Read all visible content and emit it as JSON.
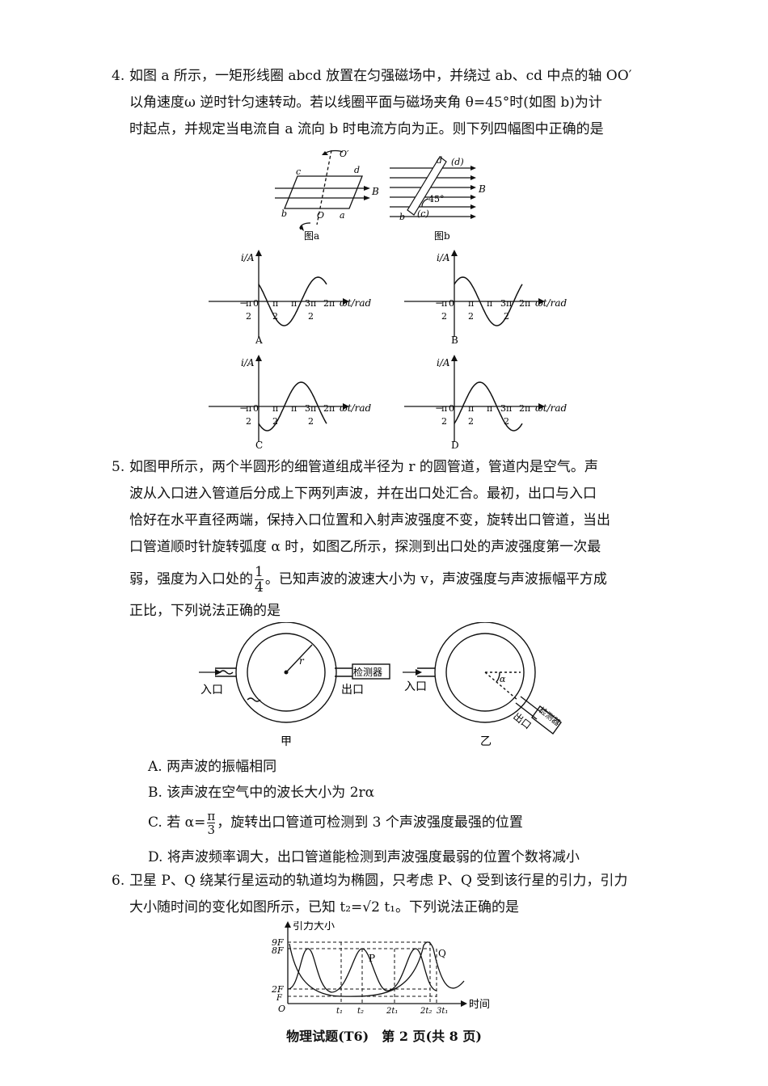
{
  "q4": {
    "number": "4.",
    "line1": "如图 a 所示，一矩形线圈 abcd 放置在匀强磁场中，并绕过 ab、cd 中点的轴 OO′",
    "line2": "以角速度ω 逆时针匀速转动。若以线圈平面与磁场夹角 θ=45°时(如图 b)为计",
    "line3": "时起点，并规定当电流自 a 流向 b 时电流方向为正。则下列四幅图中正确的是",
    "fig_a_caption": "图a",
    "fig_b_caption": "图b",
    "fig_a_labels": {
      "c": "c",
      "d": "d",
      "b": "b",
      "a": "a",
      "o": "O",
      "o_prime": "O′",
      "B": "B"
    },
    "fig_b_labels": {
      "d": "d",
      "d_paren": "(d)",
      "b": "b",
      "c_paren": "(c)",
      "angle": "45°",
      "B": "B"
    },
    "graph_ylabel": "i/A",
    "graph_xlabel": "ωt/rad",
    "graph_ticks": {
      "neg_half_pi_num": "π",
      "half_pi_num": "π",
      "pi": "π",
      "two_pi": "2π",
      "three_pi_num": "3π",
      "den": "2",
      "minus": "−",
      "zero": "0"
    },
    "options": [
      "A",
      "B",
      "C",
      "D"
    ]
  },
  "q5": {
    "number": "5.",
    "line1": "如图甲所示，两个半圆形的细管道组成半径为 r 的圆管道，管道内是空气。声",
    "line2": "波从入口进入管道后分成上下两列声波，并在出口处汇合。最初，出口与入口",
    "line3": "恰好在水平直径两端，保持入口位置和入射声波强度不变，旋转出口管道，当出",
    "line4": "口管道顺时针旋转弧度 α 时，如图乙所示，探测到出口处的声波强度第一次最",
    "line5_pre": "弱，强度为入口处的",
    "frac_num": "1",
    "frac_den": "4",
    "line5_post": "。已知声波的波速大小为 v，声波强度与声波振幅平方成",
    "line6": "正比，下列说法正确的是",
    "fig_jia": {
      "inlet": "入口",
      "outlet": "出口",
      "detector": "检测器",
      "r": "r",
      "caption": "甲"
    },
    "fig_yi": {
      "inlet": "入口",
      "outlet": "出口",
      "detector": "检测器",
      "alpha": "α",
      "caption": "乙"
    },
    "optA": "A. 两声波的振幅相同",
    "optB": "B. 该声波在空气中的波长大小为 2rα",
    "optC_pre": "C. 若 α=",
    "optC_num": "π",
    "optC_den": "3",
    "optC_post": "，旋转出口管道可检测到 3 个声波强度最强的位置",
    "optD": "D. 将声波频率调大，出口管道能检测到声波强度最弱的位置个数将减小"
  },
  "q6": {
    "number": "6.",
    "line1": "卫星 P、Q 绕某行星运动的轨道均为椭圆，只考虑 P、Q 受到该行星的引力，引力",
    "line2": "大小随时间的变化如图所示，已知 t₂=√2 t₁。下列说法正确的是",
    "graph": {
      "ylabel": "引力大小",
      "xlabel": "时间",
      "y9": "9F",
      "y8": "8F",
      "y2": "2F",
      "y1": "F",
      "origin": "O",
      "P": "P",
      "Q": "Q",
      "t1": "t₁",
      "t2": "t₂",
      "two_t1": "2t₁",
      "two_t2": "2t₂",
      "three_t1": "3t₁"
    }
  },
  "footer": "物理试题(T6)　第 2 页(共 8 页)"
}
